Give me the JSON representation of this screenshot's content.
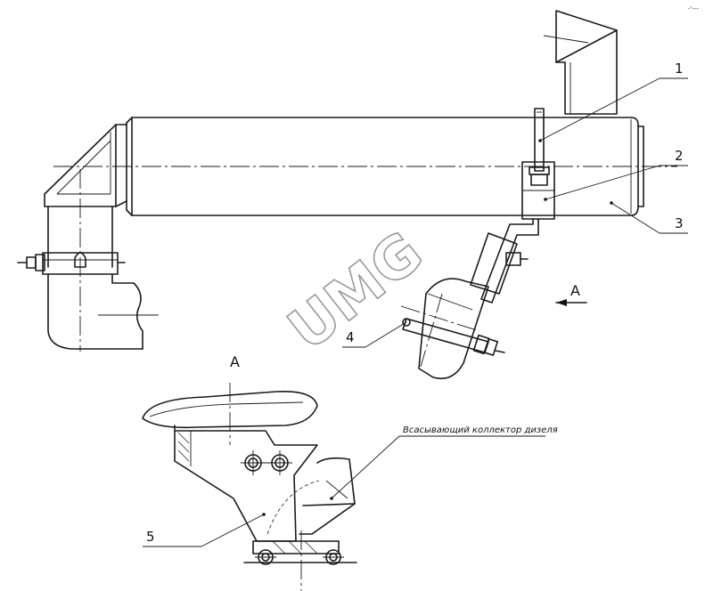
{
  "callouts": {
    "c1": "1",
    "c2": "2",
    "c3": "3",
    "c4": "4",
    "c5": "5"
  },
  "view_marks": {
    "arrow_label": "А",
    "section_title": "А"
  },
  "note": "Всасывающий коллектор дизеля",
  "watermark": "UMG",
  "corner_mark": "-'---"
}
